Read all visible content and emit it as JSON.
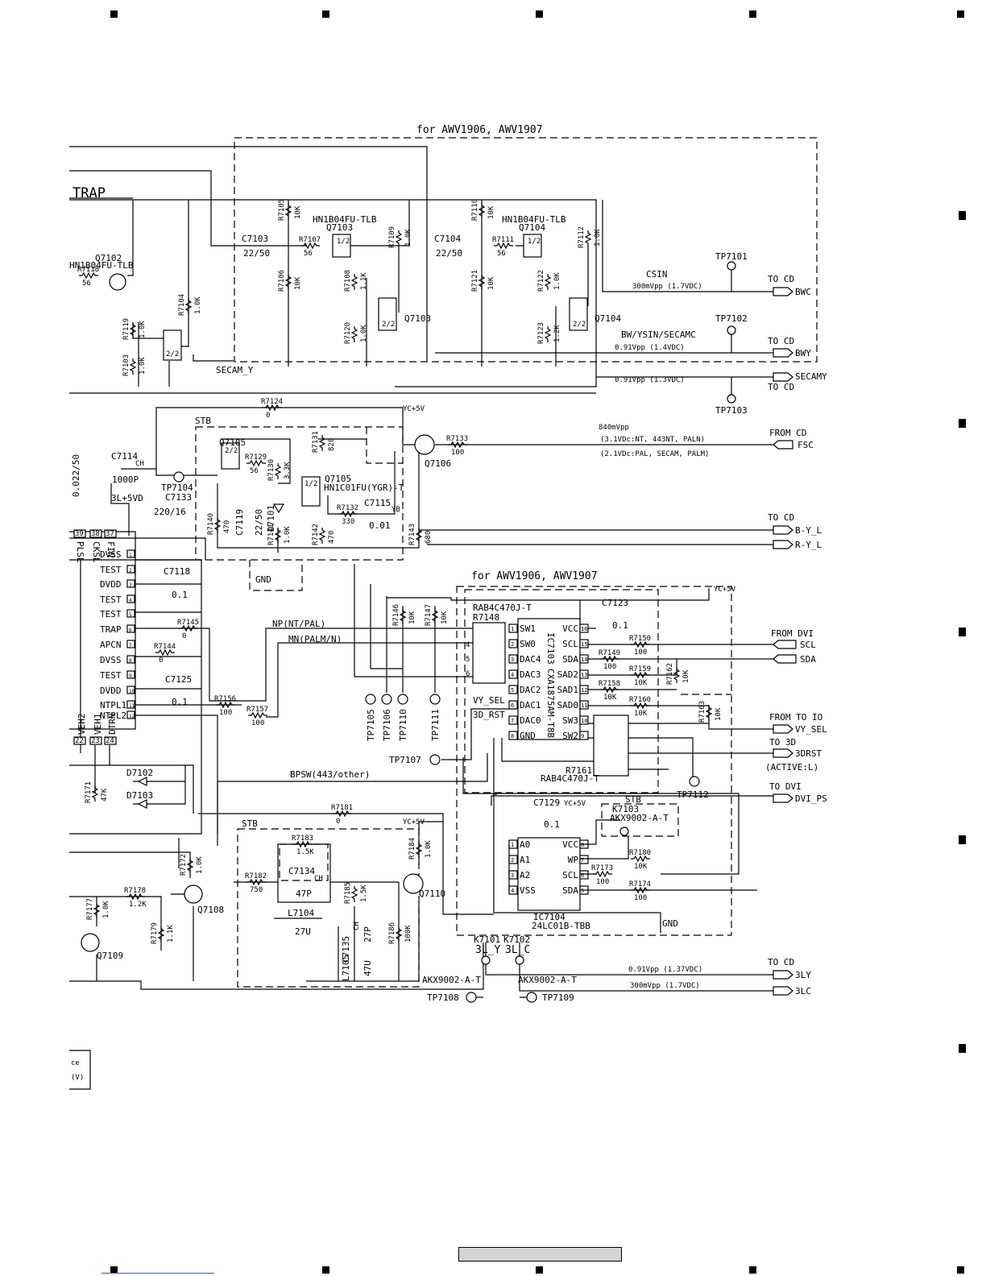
{
  "title_top": "for AWV1906, AWV1907",
  "title_mid": "for AWV1906, AWV1907",
  "trap_label": "TRAP",
  "secam_y_label": "SECAM_Y",
  "transistors": {
    "q7102": "Q7102",
    "q7102_part": "HN1B04FU-TLB",
    "q7103": "Q7103",
    "q7103_part": "HN1B04FU-TLB",
    "q7104": "Q7104",
    "q7104_part": "HN1B04FU-TLB",
    "q7105": "Q7105",
    "q7105_part": "HN1C01FU(YGR)-T",
    "q7106": "Q7106",
    "q7108": "Q7108",
    "q7109": "Q7109",
    "q7110": "Q7110"
  },
  "resistors": [
    {
      "ref": "R7105",
      "val": "10K"
    },
    {
      "ref": "R7107",
      "val": "56"
    },
    {
      "ref": "R7109",
      "val": "1.0K"
    },
    {
      "ref": "R7110",
      "val": "10K"
    },
    {
      "ref": "R7111",
      "val": "56"
    },
    {
      "ref": "R7112",
      "val": "1.0K"
    },
    {
      "ref": "R7118",
      "val": "56"
    },
    {
      "ref": "R7106",
      "val": "10K"
    },
    {
      "ref": "R7108",
      "val": "1.1K"
    },
    {
      "ref": "R7121",
      "val": "10K"
    },
    {
      "ref": "R7122",
      "val": "1.0K"
    },
    {
      "ref": "R7104",
      "val": "1.0K"
    },
    {
      "ref": "R7119",
      "val": "1.0K"
    },
    {
      "ref": "R7120",
      "val": "1.0K"
    },
    {
      "ref": "R7123",
      "val": "1.2K"
    },
    {
      "ref": "R7103",
      "val": "1.0K"
    },
    {
      "ref": "R7124",
      "val": "0"
    },
    {
      "ref": "R7129",
      "val": "56"
    },
    {
      "ref": "R7131",
      "val": "820"
    },
    {
      "ref": "R7130",
      "val": "3.3K"
    },
    {
      "ref": "R7133",
      "val": "100"
    },
    {
      "ref": "R7132",
      "val": "330"
    },
    {
      "ref": "R7140",
      "val": "470"
    },
    {
      "ref": "R7141",
      "val": "1.0K"
    },
    {
      "ref": "R7142",
      "val": "470"
    },
    {
      "ref": "R7143",
      "val": "680"
    },
    {
      "ref": "R7145",
      "val": "0"
    },
    {
      "ref": "R7144",
      "val": "0"
    },
    {
      "ref": "R7156",
      "val": "100"
    },
    {
      "ref": "R7157",
      "val": "100"
    },
    {
      "ref": "R7146",
      "val": "10K"
    },
    {
      "ref": "R7147",
      "val": "10K"
    },
    {
      "ref": "R7150",
      "val": "100"
    },
    {
      "ref": "R7149",
      "val": "100"
    },
    {
      "ref": "R7159",
      "val": "10K"
    },
    {
      "ref": "R7158",
      "val": "10K"
    },
    {
      "ref": "R7160",
      "val": "10K"
    },
    {
      "ref": "R7162",
      "val": "10K"
    },
    {
      "ref": "R7163",
      "val": "10K"
    },
    {
      "ref": "R7181",
      "val": "0"
    },
    {
      "ref": "R7183",
      "val": "1.5K"
    },
    {
      "ref": "R7184",
      "val": "1.0K"
    },
    {
      "ref": "R7172",
      "val": "1.0K"
    },
    {
      "ref": "R7182",
      "val": "750"
    },
    {
      "ref": "R7185",
      "val": "1.5K"
    },
    {
      "ref": "R7178",
      "val": "1.2K"
    },
    {
      "ref": "R7177",
      "val": "1.0K"
    },
    {
      "ref": "R7179",
      "val": "1.1K"
    },
    {
      "ref": "R7186",
      "val": "100K"
    },
    {
      "ref": "R7180",
      "val": "10K"
    },
    {
      "ref": "R7173",
      "val": "100"
    },
    {
      "ref": "R7174",
      "val": "100"
    },
    {
      "ref": "R7171",
      "val": "47K"
    }
  ],
  "caps": {
    "c7103": "C7103",
    "c7103_val": "22/50",
    "c7104": "C7104",
    "c7104_val": "22/50",
    "c7114": "C7114",
    "c7114_t": "CH",
    "c7114_val": "1000P",
    "c7133": "C7133",
    "c7133_val": "220/16",
    "c7119": "C7119",
    "c7119_val": "22/50",
    "c7115": "C7115",
    "c7115_t": "YB",
    "c7115_val": "0.01",
    "c7118": "C7118",
    "c7118_val": "0.1",
    "c7125": "C7125",
    "c7125_val": "0.1",
    "c7123": "C7123",
    "c7123_val": "0.1",
    "c7129": "C7129",
    "c7129_val": "0.1",
    "c7134": "C7134",
    "c7134_t": "CH",
    "c7134_val": "47P",
    "c7135": "C7135",
    "c7135_t": "CH",
    "c7135_val": "27P",
    "l7104": "L7104",
    "l7104_val": "27U",
    "l7105": "L7105",
    "l7105_val": "47U",
    "c_left": "0.022/50"
  },
  "diodes": {
    "d7101": "D7101",
    "d7102": "D7102",
    "d7103": "D7103"
  },
  "test_points": {
    "tp7101": "TP7101",
    "tp7102": "TP7102",
    "tp7103": "TP7103",
    "tp7104": "TP7104",
    "tp7105": "TP7105",
    "tp7106": "TP7106",
    "tp7110": "TP7110",
    "tp7111": "TP7111",
    "tp7107": "TP7107",
    "tp7112": "TP7112",
    "tp7108": "TP7108",
    "tp7109": "TP7109"
  },
  "signals": {
    "csin": "CSIN",
    "csin_lvl": "300mVpp (1.7VDC)",
    "bwysin": "BW/YSIN/SECAMC",
    "bwy_lvl": "0.91Vpp (1.4VDC)",
    "secamy_lvl": "0.91Vpp (1.3VDC)",
    "fsc_lvl": "840mVpp",
    "fsc_a": "(3.1VDc:NT, 443NT, PALN)",
    "fsc_b": "(2.1VDc:PAL, SECAM, PALM)",
    "np": "NP(NT/PAL)",
    "mn": "MN(PALM/N)",
    "bpsw": "BPSW(443/other)",
    "ly_lvl": "0.91Vpp (1.37VDC)",
    "lc_lvl": "300mVpp (1.7VDC)"
  },
  "connectors": {
    "to_cd": "TO CD",
    "from_cd": "FROM CD",
    "from_dvi": "FROM DVI",
    "from_to_io": "FROM TO IO",
    "to_3d": "TO 3D",
    "active_l": "(ACTIVE:L)",
    "to_dvi": "TO DVI",
    "bwc": "BWC",
    "bwy": "BWY",
    "secamy": "SECAMY",
    "fsc": "FSC",
    "byl": "B-Y_L",
    "ryl": "R-Y_L",
    "scl": "SCL",
    "sda": "SDA",
    "vysel": "VY_SEL",
    "drst": "3DRST",
    "dvips": "DVI_PS",
    "ly": "3LY",
    "lc": "3LC"
  },
  "power": {
    "yc5v": "YC+5V",
    "l5vd": "3L+5VD",
    "gnd": "GND",
    "stb": "STB"
  },
  "ic_main_pins": [
    "DVSS",
    "TEST",
    "DVDD",
    "TEST",
    "TEST",
    "TRAP",
    "APCN",
    "DVSS",
    "TEST",
    "DVDD",
    "NTPL1",
    "NTPL2"
  ],
  "ic_main_pins_num": [
    "1",
    "2",
    "3",
    "4",
    "5",
    "6",
    "7",
    "8",
    "9",
    "10",
    "11",
    "12"
  ],
  "ic_top_pins": [
    "PLSL",
    "CKSL",
    "FIN"
  ],
  "ic_top_nums": [
    "39",
    "38",
    "37"
  ],
  "ic_bot_pins": [
    "VEH2",
    "VEH1",
    "DTRN"
  ],
  "ic_bot_nums": [
    "22",
    "23",
    "24"
  ],
  "ic7103": {
    "ref": "IC7103",
    "part": "CXA1875AM-T8B",
    "array": "RAB4C470J-T",
    "ref_r": "R7148",
    "left": [
      "SW1",
      "SW0",
      "DAC4",
      "DAC3",
      "DAC2",
      "DAC1",
      "DAC0",
      "GND"
    ],
    "left_n": [
      "1",
      "2",
      "3",
      "4",
      "5",
      "6",
      "7",
      "8"
    ],
    "right": [
      "VCC",
      "SCL",
      "SDA",
      "SAD2",
      "SAD1",
      "SAD0",
      "SW3",
      "SW2"
    ],
    "right_n": [
      "16",
      "15",
      "14",
      "13",
      "12",
      "11",
      "10",
      "9"
    ],
    "vysel": "VY_SEL",
    "drst": "3D_RST"
  },
  "r7161": {
    "ref": "R7161",
    "part": "RAB4C470J-T"
  },
  "ic7104": {
    "ref": "IC7104",
    "part": "24LC01B-TBB",
    "left": [
      "A0",
      "A1",
      "A2",
      "VSS"
    ],
    "left_n": [
      "1",
      "2",
      "3",
      "4"
    ],
    "right": [
      "VCC",
      "WP",
      "SCL",
      "SDA"
    ],
    "right_n": [
      "8",
      "7",
      "6",
      "5"
    ]
  },
  "relays": {
    "k7103": "K7103",
    "k7103_part": "AKX9002-A-T",
    "k7101": "K7101",
    "k7102": "K7102",
    "part": "AKX9002-A-T",
    "ly": "3L_Y",
    "lc": "3L_C"
  },
  "legend_lines": [
    "ce",
    "(V)"
  ]
}
